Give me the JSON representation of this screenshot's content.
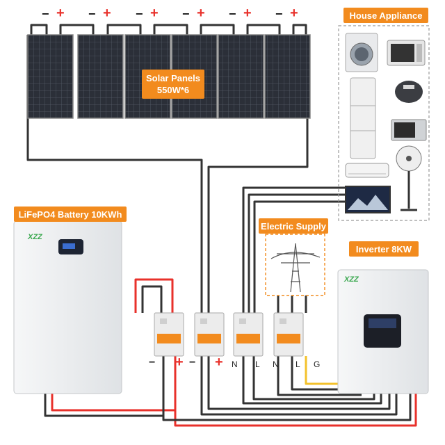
{
  "labels": {
    "solar": [
      "Solar Panels",
      "550W*6"
    ],
    "battery": "LiFePO4 Battery 10KWh",
    "house": "House Appliance",
    "supply": "Electric Supply",
    "inverter": "Inverter 8KW"
  },
  "panel_polarity": {
    "minus": "−",
    "plus": "+"
  },
  "battery_brand": "XZZ",
  "inverter_brand": "XZZ",
  "terminals": {
    "minus": "−",
    "plus": "+",
    "neutral": "N",
    "line": "L",
    "ground": "G"
  },
  "appliances": [
    "washing-machine",
    "microwave-oven",
    "refrigerator",
    "rice-cooker",
    "range-hood",
    "air-conditioner",
    "standing-fan",
    "television"
  ],
  "colors": {
    "accent": "#f28b1e",
    "positive": "#e8312b",
    "negative": "#222222",
    "ground": "#f3c12b"
  }
}
